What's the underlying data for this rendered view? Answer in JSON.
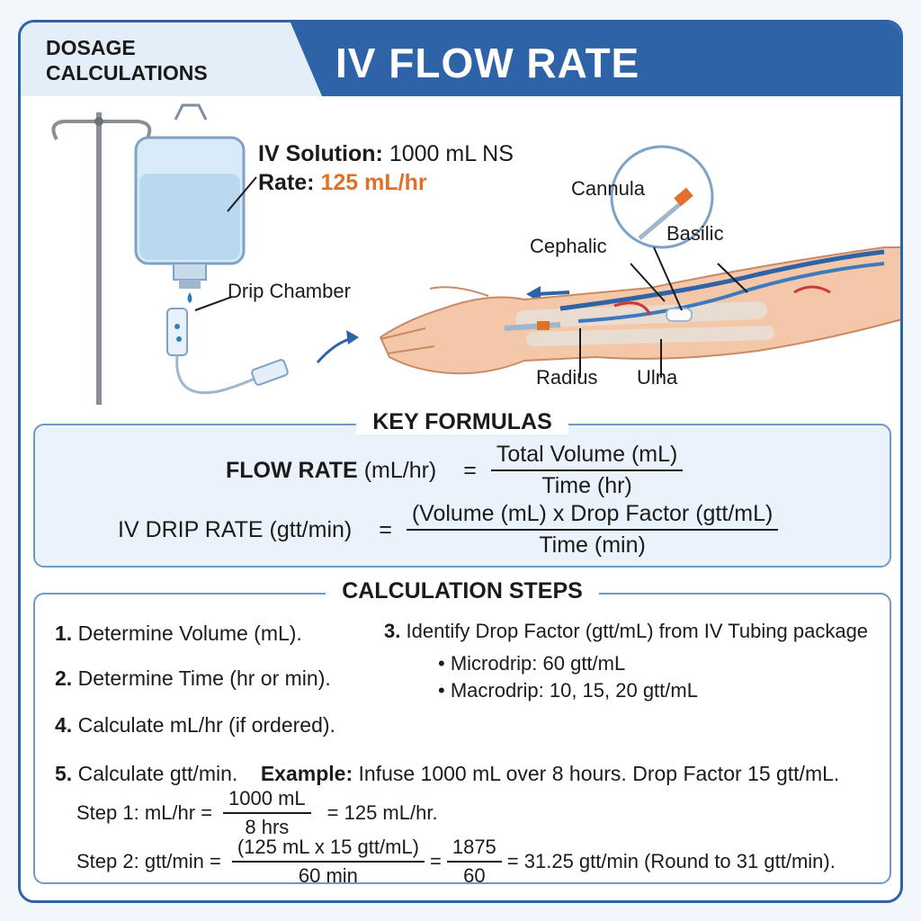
{
  "header": {
    "kicker_line1": "DOSAGE",
    "kicker_line2": "CALCULATIONS",
    "title": "IV FLOW RATE CALCULATION",
    "accent": "#2e63a8"
  },
  "illustration": {
    "solution_label": "IV Solution:",
    "solution_value": "1000 mL NS",
    "rate_label": "Rate:",
    "rate_value": "125 mL/hr",
    "drip_chamber": "Drip Chamber",
    "cannula": "Cannula",
    "cephalic": "Cephalic",
    "basilic": "Basilic",
    "radius": "Radius",
    "ulna": "Ulna"
  },
  "formulas": {
    "title": "KEY FORMULAS",
    "flow_lhs_bold": "FLOW RATE",
    "flow_lhs_unit": "(mL/hr)",
    "flow_eq": "=",
    "flow_num": "Total Volume (mL)",
    "flow_den": "Time (hr)",
    "drip_lhs": "IV DRIP RATE (gtt/min)",
    "drip_eq": "=",
    "drip_num": "(Volume (mL) x Drop Factor (gtt/mL)",
    "drip_den": "Time (min)"
  },
  "steps": {
    "title": "CALCULATION STEPS",
    "s1_num": "1.",
    "s1_text": "Determine Volume (mL).",
    "s2_num": "2.",
    "s2_text": "Determine Time (hr or min).",
    "s3_num": "3.",
    "s3_text": "Identify Drop Factor (gtt/mL) from IV Tubing package",
    "bullet1": "• Microdrip: 60 gtt/mL",
    "bullet2": "• Macrodrip: 10, 15, 20 gtt/mL",
    "s4_num": "4.",
    "s4_text": "Calculate mL/hr (if ordered).",
    "s5_num": "5.",
    "s5_text": "Calculate gtt/min.",
    "example_label": "Example:",
    "example_text": "Infuse 1000 mL over 8 hours. Drop Factor 15 gtt/mL.",
    "step1_lhs": "Step 1: mL/hr =",
    "step1_num": "1000 mL",
    "step1_den": "8 hrs",
    "step1_rhs": "= 125 mL/hr.",
    "step2_lhs": "Step 2: gtt/min =",
    "step2_num": "(125 mL x 15 gtt/mL)",
    "step2_den": "60 min",
    "step2_eq": "=",
    "step2_num2": "1875",
    "step2_den2": "60",
    "step2_rhs": "= 31.25 gtt/min (Round to 31 gtt/min)."
  }
}
